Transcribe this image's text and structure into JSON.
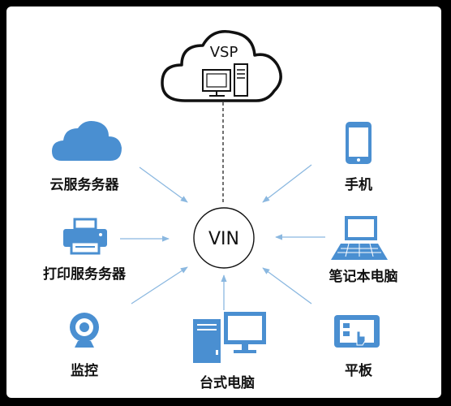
{
  "center": {
    "label": "VIN"
  },
  "cloud_server": {
    "label": "VSP"
  },
  "nodes": {
    "cloud_service": {
      "label": "云服务务器",
      "icon": "cloud-icon"
    },
    "print_server": {
      "label": "打印服务务器",
      "icon": "printer-icon"
    },
    "monitor": {
      "label": "监控",
      "icon": "webcam-icon"
    },
    "desktop": {
      "label": "台式电脑",
      "icon": "desktop-computer-icon"
    },
    "phone": {
      "label": "手机",
      "icon": "smartphone-icon"
    },
    "laptop": {
      "label": "笔记本电脑",
      "icon": "laptop-icon"
    },
    "tablet": {
      "label": "平板",
      "icon": "tablet-icon"
    }
  },
  "colors": {
    "icon_blue": "#4a8fd1",
    "arrow_blue": "#8bb8e0",
    "line": "#111111"
  }
}
